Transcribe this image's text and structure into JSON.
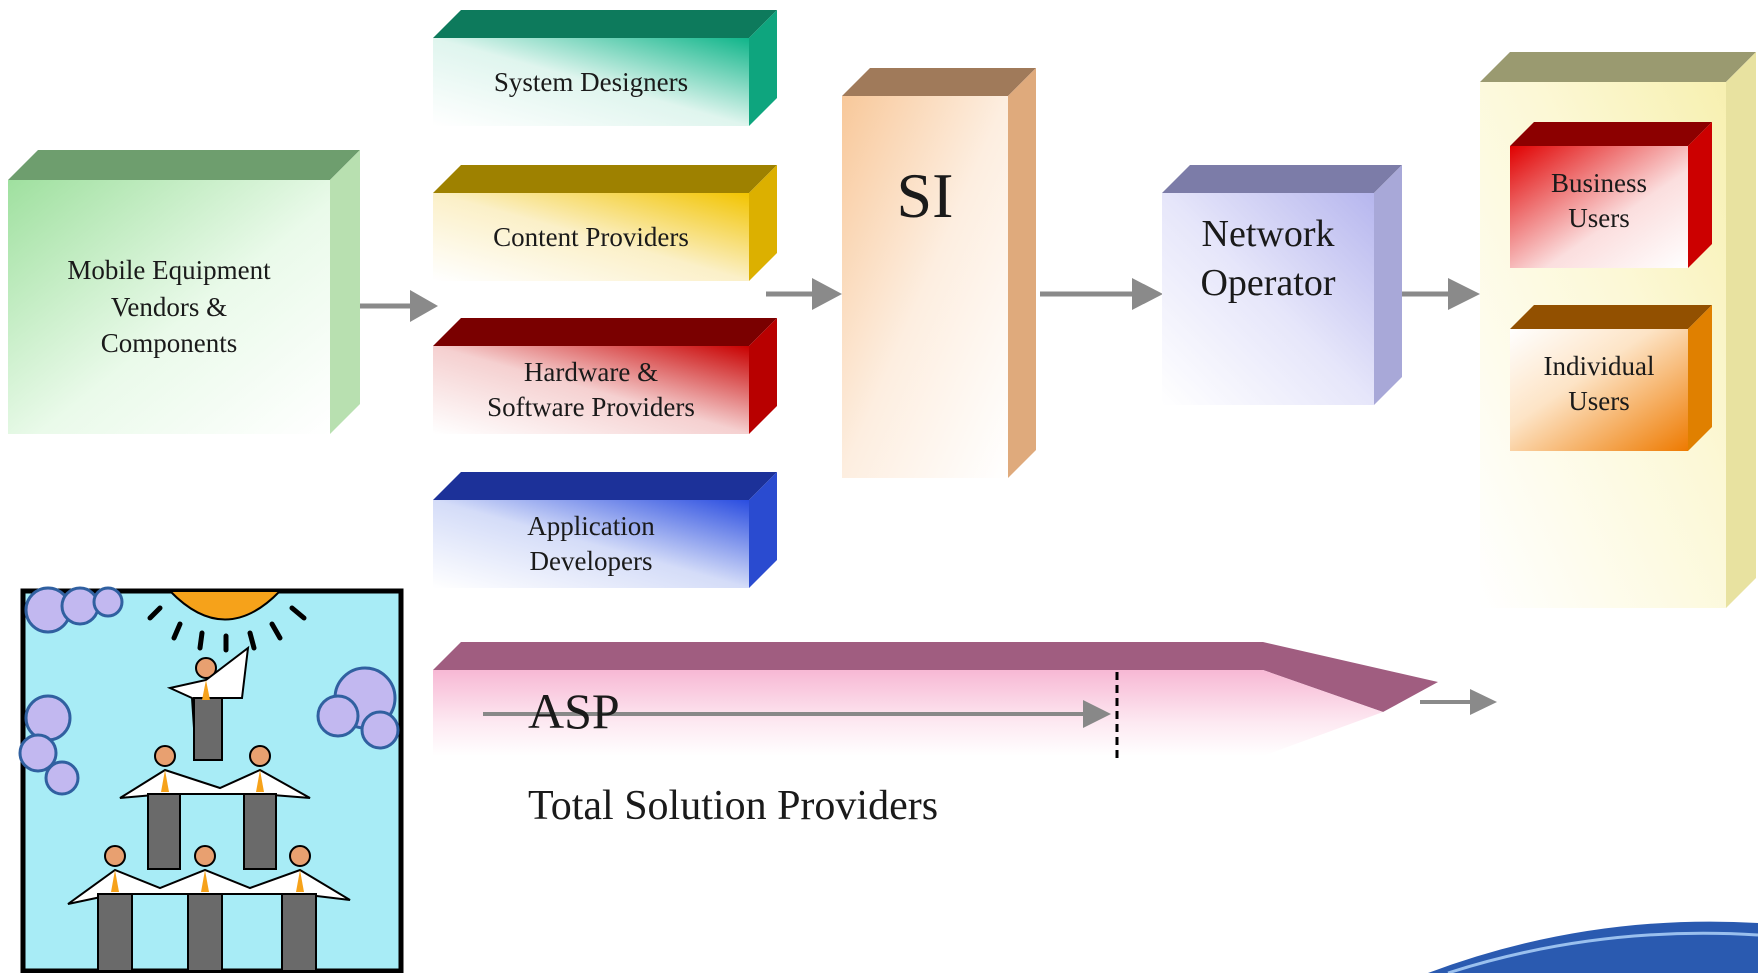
{
  "boxes": {
    "mobile": {
      "line1": "Mobile Equipment",
      "line2": "Vendors &",
      "line3": "Components"
    },
    "system_designers": {
      "label": "System Designers"
    },
    "content_providers": {
      "label": "Content Providers"
    },
    "hw_sw": {
      "line1": "Hardware &",
      "line2": "Software Providers"
    },
    "app_dev": {
      "line1": "Application",
      "line2": "Developers"
    },
    "si": {
      "label": "SI"
    },
    "network": {
      "line1": "Network",
      "line2": "Operator"
    },
    "business": {
      "line1": "Business",
      "line2": "Users"
    },
    "individual": {
      "line1": "Individual",
      "line2": "Users"
    }
  },
  "asp": {
    "label": "ASP",
    "caption": "Total Solution Providers"
  },
  "colors": {
    "mobile": "#7fbf7f",
    "system_designers": "#0e9a78",
    "content_providers": "#d6b400",
    "hw_sw": "#b00000",
    "app_dev": "#2346d0",
    "si": "#e8aa78",
    "network": "#9a9ad6",
    "users_panel": "#f5f0a8",
    "business": "#d40000",
    "individual": "#ee8200",
    "asp": "#a06080",
    "arrow": "#808080"
  },
  "clipart": {
    "icon": "teamwork-human-pyramid-clipart"
  }
}
